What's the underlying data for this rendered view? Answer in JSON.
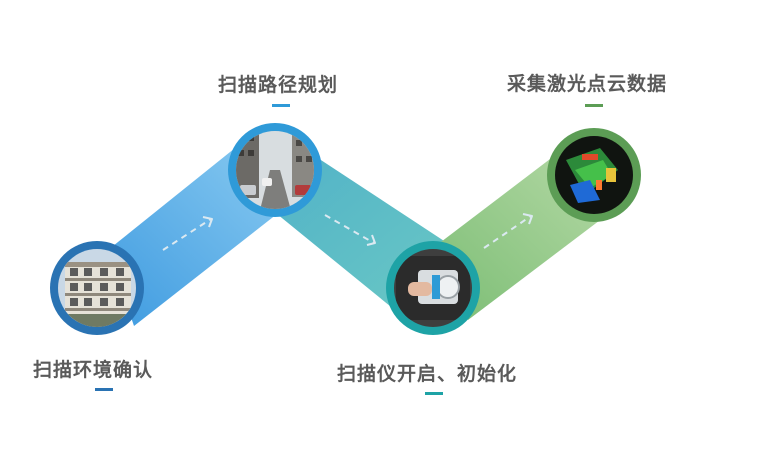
{
  "steps": [
    {
      "label": "扫描环境确认",
      "accent": "#2a73b3",
      "photo": "apartment-building-photo"
    },
    {
      "label": "扫描路径规划",
      "accent": "#2f9ad8",
      "photo": "street-scene-photo"
    },
    {
      "label": "扫描仪开启、初始化",
      "accent": "#1ea3a6",
      "photo": "scanner-device-photo"
    },
    {
      "label": "采集激光点云数据",
      "accent": "#5c9d55",
      "photo": "point-cloud-photo"
    }
  ],
  "colors": {
    "band1": "#6ab8ec",
    "band2": "#5bbfc3",
    "band3": "#9dca8d",
    "arrow": "#d6e6ee",
    "label": "#5a5a5a"
  }
}
